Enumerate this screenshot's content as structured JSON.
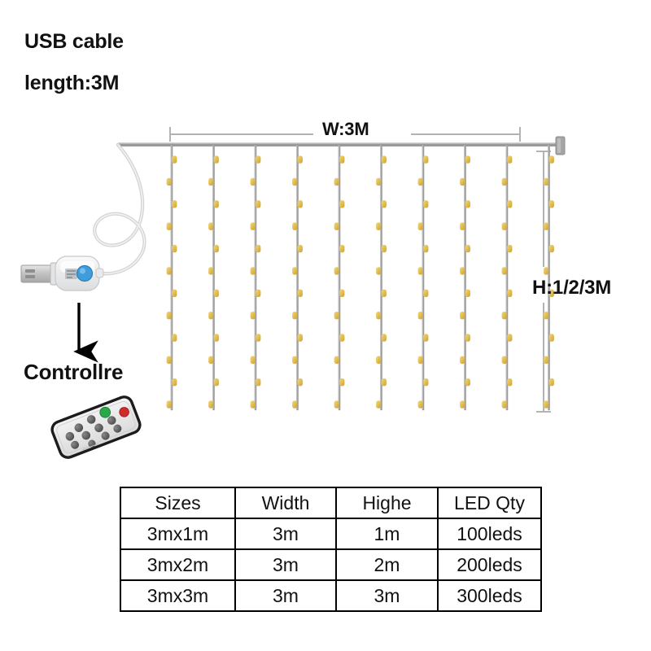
{
  "annotations": {
    "usb_cable_title": "USB cable",
    "usb_cable_length": "length:3M",
    "controller_label": "Controllre",
    "width_dimension": "W:3M",
    "height_dimension": "H:1/2/3M"
  },
  "table": {
    "headers": [
      "Sizes",
      "Width",
      "Highe",
      "LED Qty"
    ],
    "rows": [
      [
        "3mx1m",
        "3m",
        "1m",
        "100leds"
      ],
      [
        "3mx2m",
        "3m",
        "2m",
        "200leds"
      ],
      [
        "3mx3m",
        "3m",
        "3m",
        "300leds"
      ]
    ]
  },
  "diagram": {
    "strand_count": 10,
    "leds_per_strand": 12,
    "colors": {
      "wire": "#9a9a9a",
      "led": "#e0bb4e",
      "led_highlight": "#f0d577",
      "dimension_line": "#b3b3b3",
      "cable": "#d8d8d8",
      "usb_metal": "#c9c9c9",
      "usb_housing": "#f0f0f0",
      "remote_body": "#e8e8e8",
      "remote_border": "#1c1c1c",
      "button_green": "#2aa84a",
      "button_red": "#d02b2b",
      "button_dark": "#5a5a5a",
      "arrow": "#000000",
      "text": "#111111"
    }
  }
}
